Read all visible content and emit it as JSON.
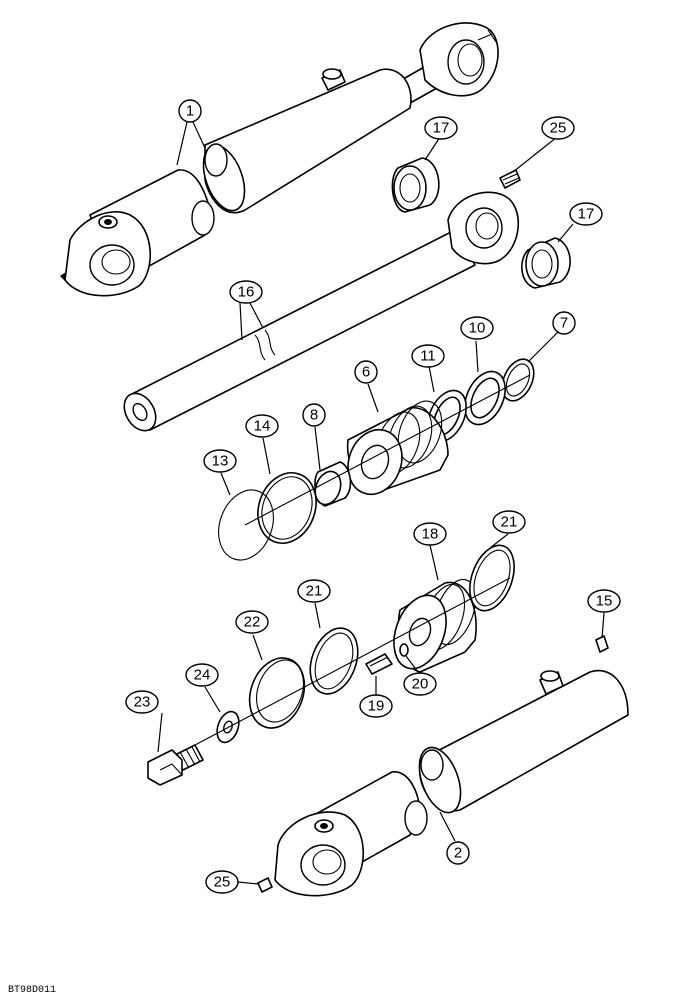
{
  "figure_code": "BT98D011",
  "callouts": [
    "1",
    "17",
    "25",
    "17",
    "16",
    "10",
    "11",
    "7",
    "6",
    "14",
    "8",
    "13",
    "18",
    "21",
    "22",
    "21",
    "15",
    "24",
    "23",
    "19",
    "20",
    "2",
    "25"
  ]
}
